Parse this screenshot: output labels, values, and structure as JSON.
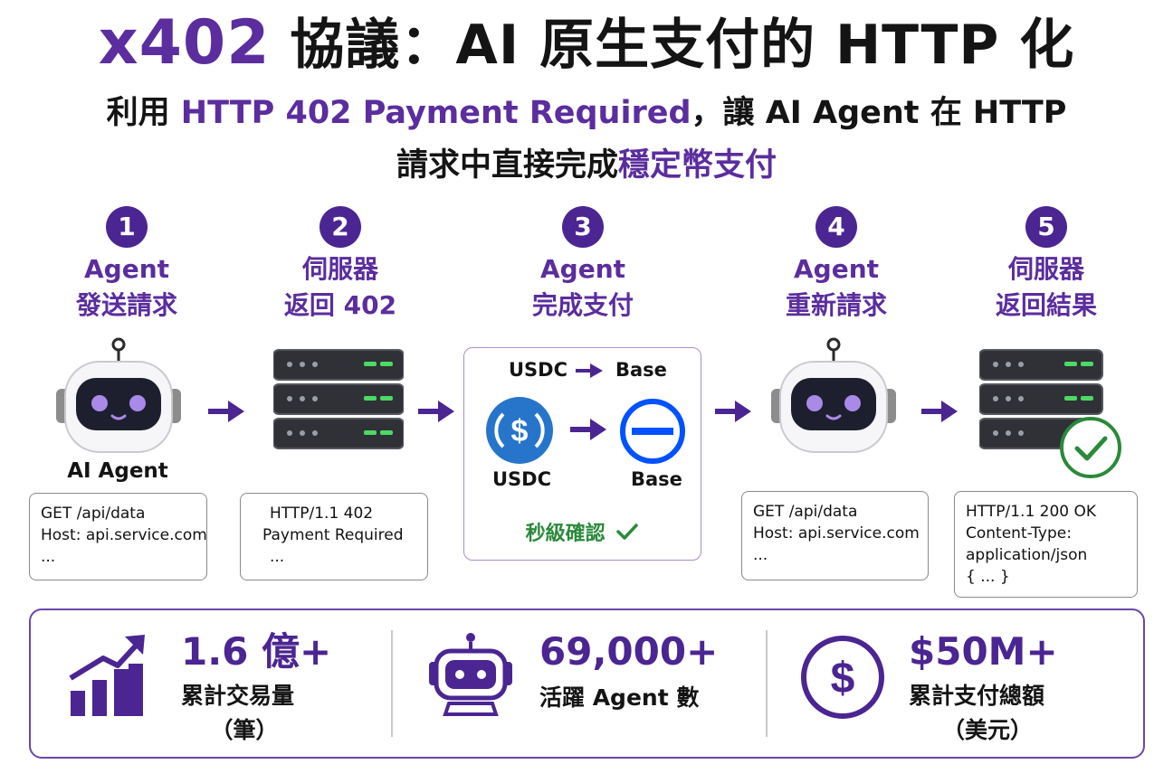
{
  "header": {
    "title_accent": "x402",
    "title_rest": "協議：AI 原生支付的 HTTP 化",
    "subtitle_pre": "利用",
    "subtitle_highlight": "HTTP 402 Payment Required",
    "subtitle_post": "，讓 AI Agent 在 HTTP",
    "subtitle2_pre": "請求中直接完成",
    "subtitle2_highlight": "穩定幣支付"
  },
  "steps": [
    {
      "num": "1",
      "line1": "Agent",
      "line2": "發送請求"
    },
    {
      "num": "2",
      "line1": "伺服器",
      "line2": "返回 402"
    },
    {
      "num": "3",
      "line1": "Agent",
      "line2": "完成支付"
    },
    {
      "num": "4",
      "line1": "Agent",
      "line2": "重新請求"
    },
    {
      "num": "5",
      "line1": "伺服器",
      "line2": "返回結果"
    }
  ],
  "agent_caption": "AI Agent",
  "code_boxes": {
    "req1": [
      "GET  /api/data",
      "Host: api.service.com",
      "..."
    ],
    "resp402": [
      "HTTP/1.1  402",
      "Payment Required",
      "..."
    ],
    "req2": [
      "GET  /api/data",
      "Host: api.service.com",
      "..."
    ],
    "resp200": [
      "HTTP/1.1  200 OK",
      "Content-Type:",
      "application/json",
      "{ ... }"
    ]
  },
  "payment": {
    "route_from": "USDC",
    "route_to": "Base",
    "token_label": "USDC",
    "chain_label": "Base",
    "confirm": "秒級確認"
  },
  "stats": [
    {
      "value": "1.6 億+",
      "label1": "累計交易量",
      "label2": "（筆）"
    },
    {
      "value": "69,000+",
      "label1": "活躍 Agent 數"
    },
    {
      "value": "$50M+",
      "label1": "累計支付總額",
      "label2": "（美元）"
    }
  ],
  "colors": {
    "accent": "#5b2d9e",
    "step_circle": "#4b2592",
    "usdc_blue": "#2775ca",
    "base_blue": "#0052ff",
    "success_green": "#2a8a3a",
    "server_led": "#4cd964"
  }
}
